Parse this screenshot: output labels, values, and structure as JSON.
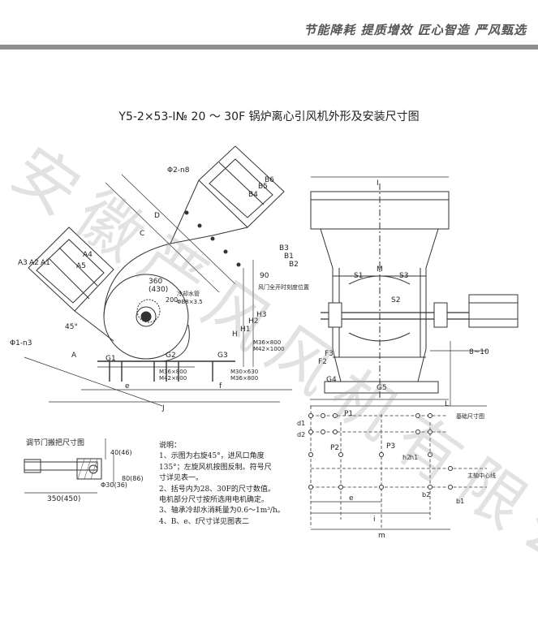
{
  "header": {
    "slogan": "节能降耗 提质增效 匠心智造 严风甄选"
  },
  "title": "Y5-2×53-Ⅰ№ 20 ～ 30F 锅炉离心引风机外形及安装尺寸图",
  "watermark": "安徽严风风机有限公司",
  "labels": {
    "phi_n3": "Φ1-n3",
    "phi_n8": "Φ2-n8",
    "deg45": "45°",
    "A": "A",
    "A1": "A1",
    "A2": "A2",
    "A3": "A3",
    "A4": "A4",
    "A5": "A5",
    "C": "C",
    "D": "D",
    "B1": "B1",
    "B2": "B2",
    "B3": "B3",
    "B4": "B4",
    "B5": "B5",
    "B6": "B6",
    "dim360": "360",
    "dim430": "(430)",
    "dim200": "200",
    "cool_water": "冷却水管",
    "cool_water_spec": "ΦB8×3.5",
    "deg90": "90",
    "damper_note": "风门全开时刻度位置",
    "H": "H",
    "H1": "H1",
    "H2": "H2",
    "H3": "H3",
    "bolt1": "M36×800",
    "bolt2": "M42×800",
    "bolt3": "M36×800",
    "bolt4": "M42×1000",
    "bolt5": "M30×630",
    "bolt6": "M36×800",
    "G1": "G1",
    "G2": "G2",
    "G3": "G3",
    "G4": "G4",
    "G5": "G5",
    "e": "e",
    "f": "f",
    "J": "J",
    "L": "L",
    "I": "I",
    "F2": "F2",
    "F3": "F3",
    "S1": "S1",
    "S2": "S2",
    "S3": "S3",
    "M": "M",
    "gap": "8~10",
    "handle_title": "调节门搬把尺寸图",
    "d40": "40(46)",
    "d80": "80(86)",
    "d350": "350(450)",
    "d30": "Φ30(36)",
    "P1": "P1",
    "P2": "P2",
    "P3": "P3",
    "d1": "d1",
    "d2": "d2",
    "b1": "b1",
    "b2": "b2",
    "h1": "h1",
    "h2": "h2",
    "e2": "e",
    "i": "i",
    "m": "m",
    "base_title": "基础尺寸图",
    "spindle": "主轴中心线"
  },
  "notes": {
    "title": "说明：",
    "lines": [
      "1、示图为右旋45°，进风口角度",
      "135°；左旋风机按图反制。符号尺",
      "寸详见表一。",
      "2、括号内为28、30F的尺寸数值。",
      "电机部分尺寸按所选用电机确定。",
      "3、轴承冷却水消耗量为0.6～1m³/h。",
      "4、B、e、f尺寸详见图表二"
    ]
  }
}
